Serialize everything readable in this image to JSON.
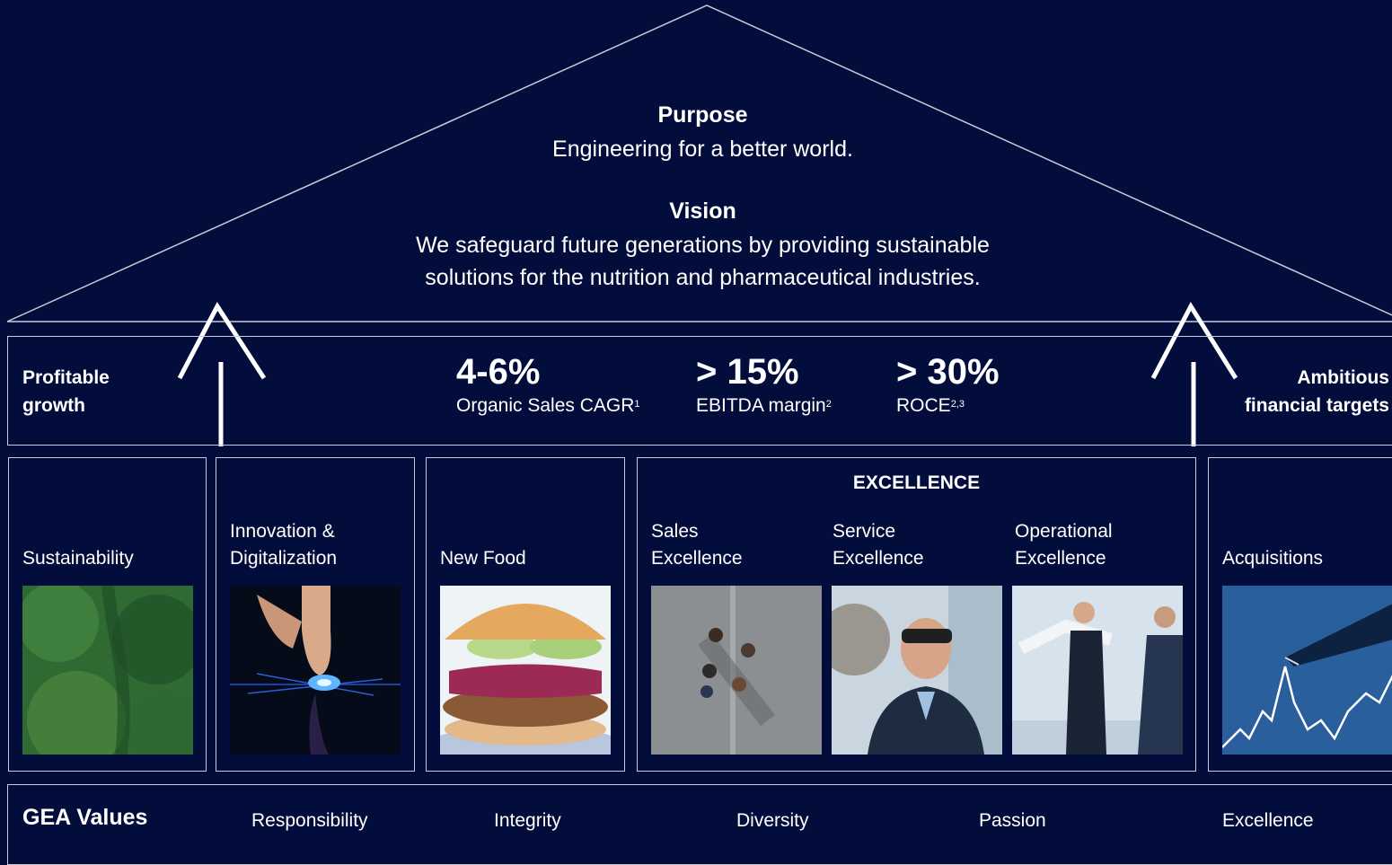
{
  "roof": {
    "purpose_title": "Purpose",
    "purpose_text": "Engineering for a better world.",
    "vision_title": "Vision",
    "vision_line1": "We safeguard future generations by providing sustainable",
    "vision_line2": "solutions for the nutrition and pharmaceutical industries."
  },
  "band": {
    "left_label_line1": "Profitable",
    "left_label_line2": "growth",
    "right_label_line1": "Ambitious",
    "right_label_line2": "financial targets",
    "kpis": [
      {
        "value": "4-6%",
        "label": "Organic Sales CAGR",
        "sup": "1"
      },
      {
        "value": "> 15%",
        "label": "EBITDA margin",
        "sup": "2"
      },
      {
        "value": "> 30%",
        "label": "ROCE",
        "sup": "2,3"
      }
    ]
  },
  "pillars": {
    "sustainability": "Sustainability",
    "innovation_line1": "Innovation &",
    "innovation_line2": "Digitalization",
    "new_food": "New Food",
    "excellence_title": "EXCELLENCE",
    "sales_line1": "Sales",
    "sales_line2": "Excellence",
    "service_line1": "Service",
    "service_line2": "Excellence",
    "operational_line1": "Operational",
    "operational_line2": "Excellence",
    "acquisitions": "Acquisitions"
  },
  "values": {
    "title": "GEA Values",
    "items": [
      "Responsibility",
      "Integrity",
      "Diversity",
      "Passion",
      "Excellence"
    ]
  },
  "colors": {
    "background": "#020d3c",
    "line": "#c9ccd8",
    "text": "#ffffff"
  }
}
